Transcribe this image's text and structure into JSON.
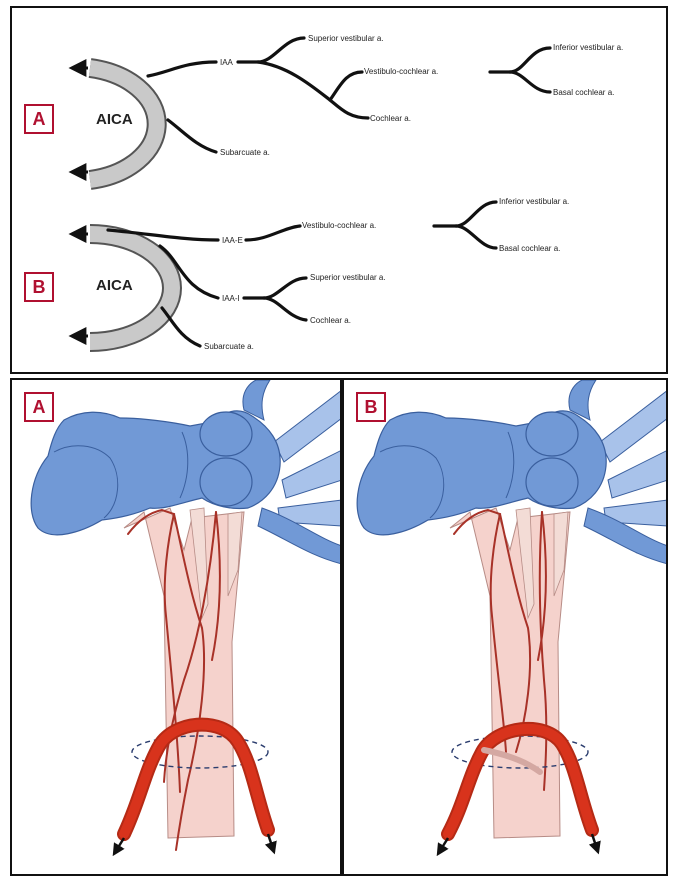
{
  "panel_top": {
    "diagram_a": {
      "badge": "A",
      "aica": "AICA",
      "iaa": "IAA",
      "superior_vestibular": "Superior vestibular a.",
      "vestibulo_cochlear": "Vestibulo-cochlear a.",
      "inferior_vestibular": "Inferior vestibular a.",
      "basal_cochlear": "Basal cochlear a.",
      "cochlear": "Cochlear a.",
      "subarcuate": "Subarcuate a."
    },
    "diagram_b": {
      "badge": "B",
      "aica": "AICA",
      "iaa_e": "IAA-E",
      "vestibulo_cochlear": "Vestibulo-cochlear a.",
      "inferior_vestibular": "Inferior vestibular a.",
      "basal_cochlear": "Basal cochlear a.",
      "iaa_i": "IAA-I",
      "superior_vestibular": "Superior vestibular a.",
      "cochlear": "Cochlear a.",
      "subarcuate": "Subarcuate a."
    }
  },
  "panel_bottom_left": {
    "badge": "A"
  },
  "panel_bottom_right": {
    "badge": "B"
  },
  "colors": {
    "inner_ear": "#7199d6",
    "inner_ear_outline": "#3a5f9e",
    "nerve_light": "#a8c2ea",
    "nerve_bundle": "#f5d2cc",
    "artery_thin": "#a83228",
    "aica_loop": "#d8331c",
    "badge": "#b01030"
  }
}
